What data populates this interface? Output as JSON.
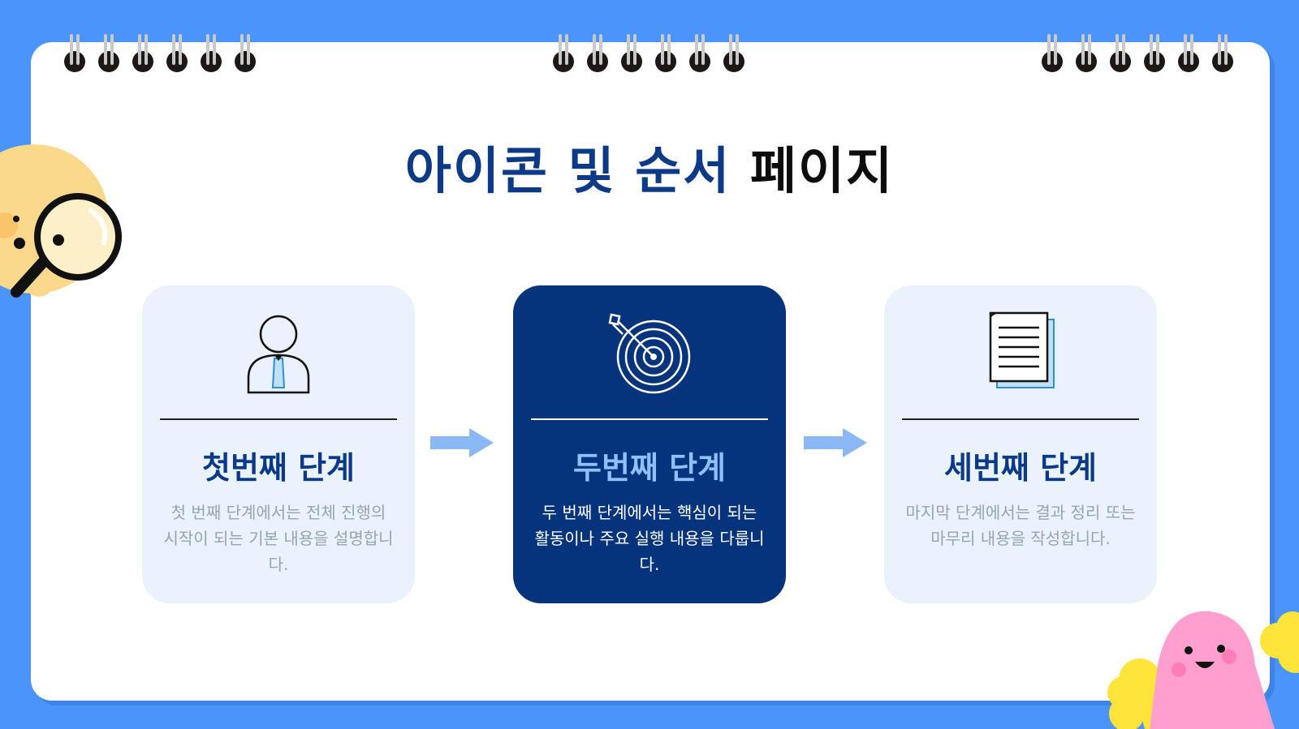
{
  "title": {
    "part1": "아이콘 및 순서",
    "part2": "페이지"
  },
  "steps": [
    {
      "icon": "person-icon",
      "heading": "첫번째 단계",
      "desc": "첫 번째 단계에서는 전체 진행의 시작이 되는 기본 내용을 설명합니다."
    },
    {
      "icon": "target-icon",
      "heading": "두번째 단계",
      "desc": "두 번째 단계에서는 핵심이 되는 활동이나 주요 실행 내용을 다룹니다."
    },
    {
      "icon": "document-icon",
      "heading": "세번째 단계",
      "desc": "마지막 단계에서는 결과 정리 또는 마무리 내용을 작성합니다."
    }
  ],
  "colors": {
    "background": "#4a94fb",
    "navy": "#06347c",
    "light_card": "#e9f2fd",
    "arrow": "#8ab8f4"
  },
  "decorations": [
    "spiral-binding-rings",
    "magnifier-character-icon",
    "pink-blob-character-icon",
    "yellow-flower-icon"
  ]
}
